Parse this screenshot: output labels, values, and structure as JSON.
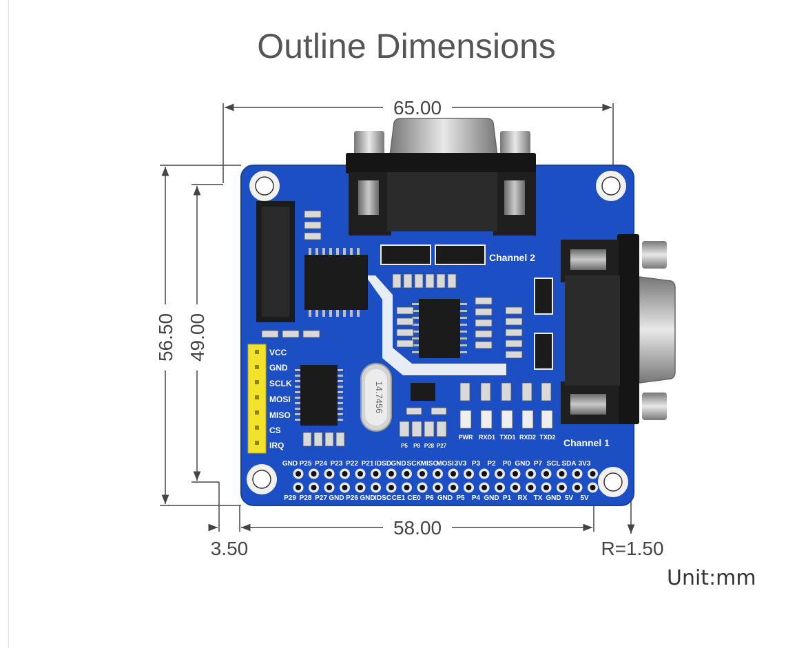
{
  "title": "Outline Dimensions",
  "dimensions": {
    "width_top": "65.00",
    "width_bottom": "58.00",
    "height_outer": "56.50",
    "height_inner": "49.00",
    "offset": "3.50",
    "radius": "R=1.50"
  },
  "unit": "Unit:mm",
  "board": {
    "header_pins": [
      "VCC",
      "GND",
      "SCLK",
      "MOSI",
      "MISO",
      "CS",
      "IRQ"
    ],
    "channel1": "Channel 1",
    "channel2": "Channel 2",
    "crystal": "14.7456",
    "leds": [
      "PWR",
      "RXD1",
      "TXD1",
      "RXD2",
      "TXD2"
    ],
    "jumpers": [
      "P5",
      "P8",
      "P28",
      "P27"
    ],
    "gpio_top": [
      "GND",
      "P25",
      "P24",
      "P23",
      "P22",
      "P21",
      "IDSD",
      "GND",
      "SCK",
      "MISO",
      "MOSI",
      "3V3",
      "P3",
      "P2",
      "P0",
      "GND",
      "P7",
      "SCL",
      "SDA",
      "3V3"
    ],
    "gpio_bottom": [
      "P29",
      "P28",
      "P27",
      "GND",
      "P26",
      "GND",
      "IDSC",
      "CE1",
      "CE0",
      "P6",
      "GND",
      "P5",
      "P4",
      "GND",
      "P1",
      "RX",
      "TX",
      "GND",
      "5V",
      "5V"
    ]
  },
  "colors": {
    "pcb": "#1d4fc4",
    "pcb_dark": "#163f9e",
    "connector": "#1a1a1a",
    "header": "#f2e22a"
  }
}
